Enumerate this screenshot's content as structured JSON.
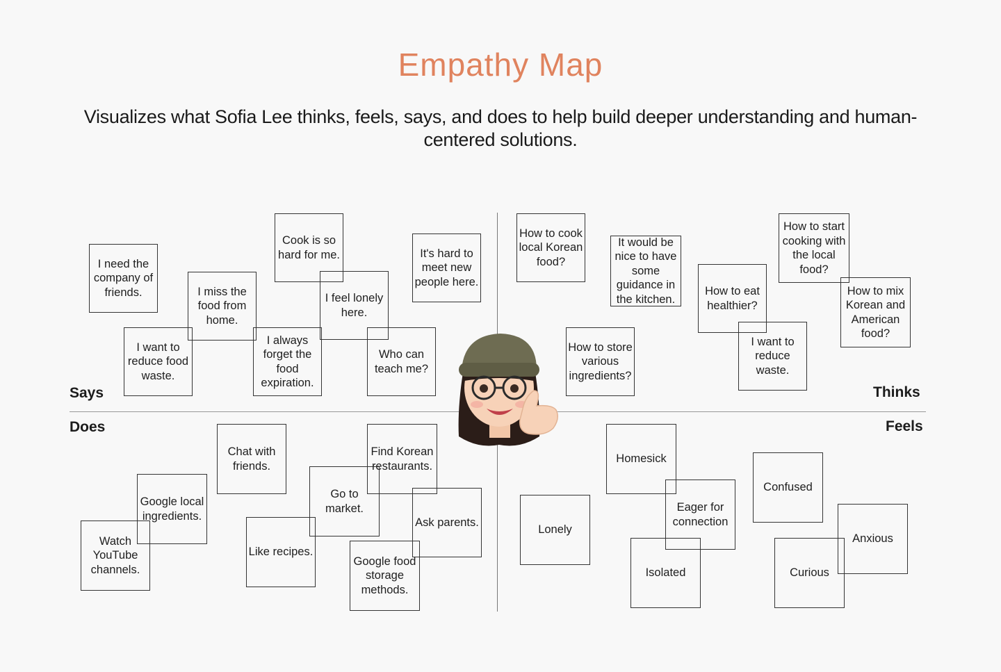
{
  "title": "Empathy Map",
  "subtitle": "Visualizes what Sofia Lee thinks, feels, says, and does to help build deeper understanding and human-centered solutions.",
  "quadrants": {
    "says": "Says",
    "thinks": "Thinks",
    "does": "Does",
    "feels": "Feels"
  },
  "says_notes": [
    "I need the company of friends.",
    "I want to reduce food waste.",
    "I miss the food from home.",
    "Cook is so hard for me.",
    "I always forget the food expiration.",
    "I feel lonely here.",
    "It's hard to meet new people here.",
    "Who can teach me?"
  ],
  "thinks_notes": [
    "How to cook local Korean food?",
    "It would be nice to have some guidance in the kitchen.",
    "How to store various ingredients?",
    "How to eat healthier?",
    "I want to reduce waste.",
    "How to start cooking with the local food?",
    "How to mix Korean and American food?"
  ],
  "does_notes": [
    "Watch YouTube channels.",
    "Google local ingredients.",
    "Chat with friends.",
    "Like recipes.",
    "Go to market.",
    "Find Korean restaurants.",
    "Google food storage methods.",
    "Ask parents."
  ],
  "feels_notes": [
    "Lonely",
    "Homesick",
    "Eager for connection",
    "Isolated",
    "Confused",
    "Curious",
    "Anxious"
  ],
  "colors": {
    "title": "#e0835e",
    "note_border": "#333333",
    "divider": "#777777"
  },
  "avatar": "memoji-thumbs-up"
}
